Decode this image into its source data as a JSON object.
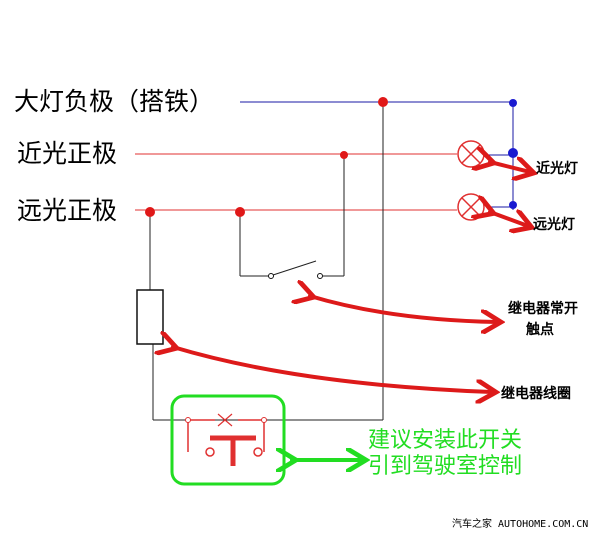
{
  "labels": {
    "headlight_negative": "大灯负极（搭铁）",
    "low_beam_positive": "近光正极",
    "high_beam_positive": "远光正极",
    "low_beam_lamp": "近光灯",
    "high_beam_lamp": "远光灯",
    "relay_contact_line1": "继电器常开",
    "relay_contact_line2": "触点",
    "relay_coil": "继电器线圈",
    "suggestion_line1": "建议安装此开关",
    "suggestion_line2": "引到驾驶室控制"
  },
  "watermark": "汽车之家 AUTOHOME.COM.CN",
  "icons": {
    "lamp": "circle-cross-lamp-icon",
    "relay_coil": "rectangle-resistor-icon",
    "switch": "push-button-switch-icon",
    "arrows": "double-headed-arrow-icon"
  },
  "colors": {
    "ground_wire": "#1a1aa6",
    "power_wire": "#e03030",
    "junction_red": "#e01818",
    "junction_blue": "#1a1ad0",
    "arrow": "#dd1a1a",
    "highlight": "#22dd22",
    "black_wire": "#222222"
  }
}
